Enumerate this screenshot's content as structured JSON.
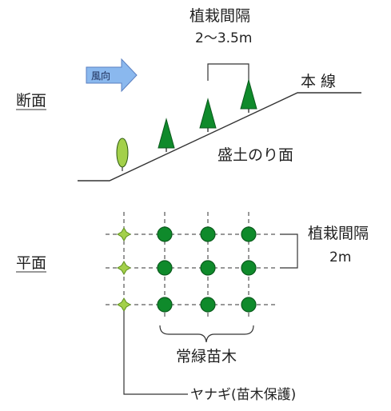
{
  "section_label": "断面",
  "plan_label": "平面",
  "wind_label": "風向",
  "main_line_label": "本 線",
  "slope_label": "盛土のり面",
  "top_spacing_title": "植栽間隔",
  "top_spacing_value": "2〜3.5m",
  "right_spacing_title": "植栽間隔",
  "right_spacing_value": "2m",
  "evergreen_label": "常緑苗木",
  "willow_label": "ヤナギ(苗木保護)",
  "colors": {
    "tree_green": "#0f8a2b",
    "tree_dark": "#0a5a1c",
    "willow_green": "#a3d04a",
    "arrow_blue": "#8ab8ee",
    "line": "#333333"
  }
}
